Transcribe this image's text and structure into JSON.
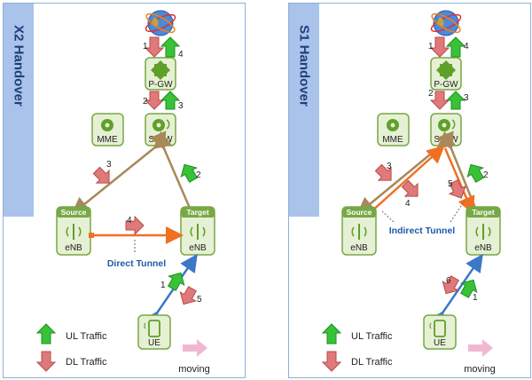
{
  "panels": [
    {
      "title": "X2 Handover",
      "nodes": {
        "pgw": "P-GW",
        "mme": "MME",
        "sgw": "S-GW",
        "enb_source": "eNB",
        "enb_target": "eNB",
        "ue": "UE"
      },
      "tags": {
        "source": "Source",
        "target": "Target"
      },
      "tunnel_label": "Direct Tunnel",
      "step_numbers": [
        "1",
        "4",
        "2",
        "3",
        "3",
        "2",
        "4",
        "1",
        "5"
      ]
    },
    {
      "title": "S1 Handover",
      "nodes": {
        "pgw": "P-GW",
        "mme": "MME",
        "sgw": "S-GW",
        "enb_source": "eNB",
        "enb_target": "eNB",
        "ue": "UE"
      },
      "tags": {
        "source": "Source",
        "target": "Target"
      },
      "tunnel_label": "Indirect Tunnel",
      "step_numbers": [
        "1",
        "4",
        "2",
        "3",
        "3",
        "4",
        "5",
        "2",
        "6",
        "1"
      ]
    }
  ],
  "legend": {
    "ul": "UL Traffic",
    "dl": "DL Traffic"
  },
  "moving": "moving",
  "colors": {
    "node_fill": "#e6f0d4",
    "node_border": "#77a845",
    "ul_arrow": "#38c238",
    "dl_arrow": "#e07a7a",
    "tunnel_line": "#f07020",
    "ue_link": "#3a78c8",
    "core_link": "#a8895a",
    "banner": "#a9c3ea"
  }
}
